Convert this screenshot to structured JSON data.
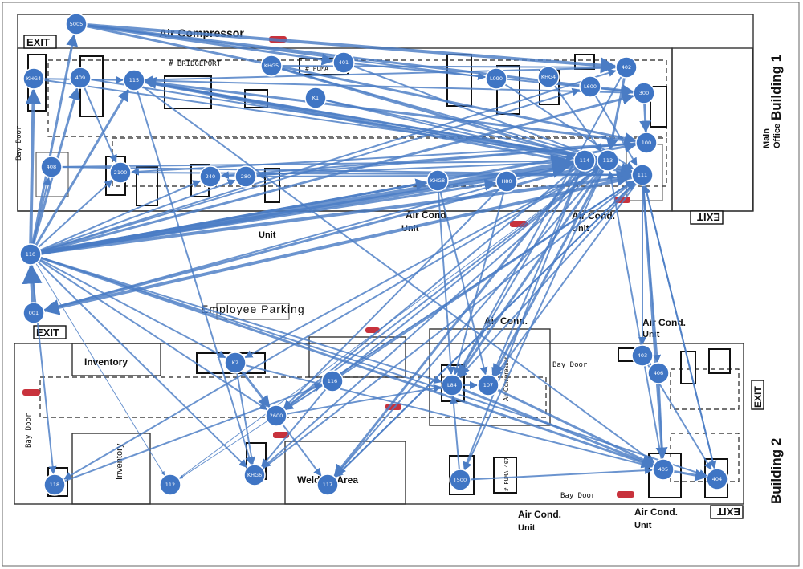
{
  "labels": {
    "air_compressor": "Air Compressor",
    "exit_tl": "EXIT",
    "exit_mid_left": "EXIT",
    "exit_right_upper": "EXIT",
    "exit_right_lower": "EXIT",
    "exit_bottom_right": "EXIT",
    "building1": "Building 1",
    "building2": "Building 2",
    "main_office_1": "Main",
    "main_office_2": "Office",
    "bay_door_left_top": "Bay Door",
    "bay_door_left_bottom": "Bay Door",
    "bay_door_right_mid": "Bay Door",
    "bay_door_bottom": "Bay Door",
    "bridgeport": "# BRIDGEPORT",
    "puma": "# PUMA",
    "puma407": "# PUMA 407",
    "inventory_top": "Inventory",
    "inventory_side": "Inventory",
    "employee_parking": "Employee Parking",
    "welding_area": "Welding Area",
    "aircond_mid1_a": "Air Cond.",
    "aircond_mid1_b": "Unit",
    "aircond_mid2_a": "Air Cond.",
    "aircond_mid2_b": "Unit",
    "aircond_left_b": "Unit",
    "aircond_center_a": "Air Cond.",
    "aircond_right_a": "Air Cond.",
    "aircond_right_b": "Unit",
    "aircond_bot1_a": "Air Cond.",
    "aircond_bot1_b": "Unit",
    "aircond_bot2_a": "Air Cond.",
    "aircond_bot2_b": "Unit",
    "air_compressor_small": "Air Compressor"
  },
  "colors": {
    "node": "#3f75c4",
    "edge": "#4a7cc4",
    "extinguisher": "#c8323c"
  },
  "nodes": [
    {
      "id": "n_top",
      "label": "5005"
    },
    {
      "id": "n_kh4",
      "label": "KHG4"
    },
    {
      "id": "n_409",
      "label": "409"
    },
    {
      "id": "n_115",
      "label": "115"
    },
    {
      "id": "n_khg5",
      "label": "KHG5"
    },
    {
      "id": "n_401",
      "label": "401"
    },
    {
      "id": "n_k1",
      "label": "K1"
    },
    {
      "id": "n_lo90",
      "label": "L090"
    },
    {
      "id": "n_khg4b",
      "label": "KHG4"
    },
    {
      "id": "n_l600",
      "label": "L600"
    },
    {
      "id": "n_402",
      "label": "402"
    },
    {
      "id": "n_300",
      "label": "300"
    },
    {
      "id": "n_100",
      "label": "100"
    },
    {
      "id": "n_114",
      "label": "114"
    },
    {
      "id": "n_113",
      "label": "113"
    },
    {
      "id": "n_111",
      "label": "111"
    },
    {
      "id": "n_408",
      "label": "408"
    },
    {
      "id": "n_2100",
      "label": "2100"
    },
    {
      "id": "n_240",
      "label": "240"
    },
    {
      "id": "n_280",
      "label": "280"
    },
    {
      "id": "n_khg8",
      "label": "KHG8"
    },
    {
      "id": "n_h80",
      "label": "H80"
    },
    {
      "id": "n_110",
      "label": "110"
    },
    {
      "id": "n_001",
      "label": "001"
    },
    {
      "id": "n_k2",
      "label": "K2"
    },
    {
      "id": "n_116",
      "label": "116"
    },
    {
      "id": "n_2600",
      "label": "2600"
    },
    {
      "id": "n_l84",
      "label": "L84"
    },
    {
      "id": "n_107",
      "label": "107"
    },
    {
      "id": "n_403",
      "label": "403"
    },
    {
      "id": "n_406",
      "label": "406"
    },
    {
      "id": "n_405",
      "label": "405"
    },
    {
      "id": "n_404",
      "label": "404"
    },
    {
      "id": "n_112b",
      "label": "112"
    },
    {
      "id": "n_118",
      "label": "118"
    },
    {
      "id": "n_khg6",
      "label": "KHG6"
    },
    {
      "id": "n_117",
      "label": "117"
    },
    {
      "id": "n_t500",
      "label": "T500"
    }
  ],
  "edges": [
    [
      "n_110",
      "n_114",
      6
    ],
    [
      "n_110",
      "n_113",
      5
    ],
    [
      "n_110",
      "n_111",
      4
    ],
    [
      "n_110",
      "n_100",
      3
    ],
    [
      "n_110",
      "n_300",
      3
    ],
    [
      "n_110",
      "n_402",
      2
    ],
    [
      "n_110",
      "n_l600",
      2
    ],
    [
      "n_110",
      "n_khg8",
      3
    ],
    [
      "n_110",
      "n_h80",
      3
    ],
    [
      "n_110",
      "n_115",
      3
    ],
    [
      "n_110",
      "n_409",
      3
    ],
    [
      "n_110",
      "n_kh4",
      4
    ],
    [
      "n_110",
      "n_top",
      3
    ],
    [
      "n_110",
      "n_408",
      2
    ],
    [
      "n_110",
      "n_240",
      2
    ],
    [
      "n_110",
      "n_2100",
      2
    ],
    [
      "n_110",
      "n_280",
      2
    ],
    [
      "n_110",
      "n_405",
      3
    ],
    [
      "n_110",
      "n_404",
      2
    ],
    [
      "n_110",
      "n_l84",
      2
    ],
    [
      "n_110",
      "n_2600",
      2
    ],
    [
      "n_110",
      "n_khg6",
      2
    ],
    [
      "n_110",
      "n_118",
      2
    ],
    [
      "n_110",
      "n_112b",
      1
    ],
    [
      "n_110",
      "n_k2",
      2
    ],
    [
      "n_001",
      "n_110",
      5
    ],
    [
      "n_111",
      "n_001",
      4
    ],
    [
      "n_113",
      "n_001",
      3
    ],
    [
      "n_114",
      "n_001",
      2
    ],
    [
      "n_top",
      "n_402",
      4
    ],
    [
      "n_top",
      "n_300",
      3
    ],
    [
      "n_top",
      "n_100",
      3
    ],
    [
      "n_top",
      "n_401",
      3
    ],
    [
      "n_top",
      "n_lo90",
      2
    ],
    [
      "n_115",
      "n_111",
      3
    ],
    [
      "n_115",
      "n_113",
      3
    ],
    [
      "n_115",
      "n_114",
      2
    ],
    [
      "n_115",
      "n_405",
      2
    ],
    [
      "n_115",
      "n_khg6",
      2
    ],
    [
      "n_khg5",
      "n_111",
      3
    ],
    [
      "n_khg5",
      "n_402",
      2
    ],
    [
      "n_khg5",
      "n_113",
      2
    ],
    [
      "n_401",
      "n_111",
      2
    ],
    [
      "n_401",
      "n_300",
      2
    ],
    [
      "n_k1",
      "n_113",
      2
    ],
    [
      "n_k1",
      "n_111",
      2
    ],
    [
      "n_lo90",
      "n_111",
      2
    ],
    [
      "n_khg4b",
      "n_113",
      2
    ],
    [
      "n_l600",
      "n_111",
      2
    ],
    [
      "n_402",
      "n_113",
      3
    ],
    [
      "n_402",
      "n_115",
      2
    ],
    [
      "n_402",
      "n_l84",
      2
    ],
    [
      "n_300",
      "n_100",
      3
    ],
    [
      "n_300",
      "n_115",
      2
    ],
    [
      "n_100",
      "n_115",
      3
    ],
    [
      "n_100",
      "n_2100",
      2
    ],
    [
      "n_100",
      "n_240",
      2
    ],
    [
      "n_100",
      "n_280",
      2
    ],
    [
      "n_113",
      "n_115",
      2
    ],
    [
      "n_113",
      "n_2600",
      2
    ],
    [
      "n_113",
      "n_l84",
      3
    ],
    [
      "n_113",
      "n_107",
      3
    ],
    [
      "n_113",
      "n_khg6",
      2
    ],
    [
      "n_113",
      "n_117",
      2
    ],
    [
      "n_113",
      "n_t500",
      2
    ],
    [
      "n_113",
      "n_118",
      2
    ],
    [
      "n_113",
      "n_k2",
      2
    ],
    [
      "n_111",
      "n_405",
      3
    ],
    [
      "n_111",
      "n_404",
      2
    ],
    [
      "n_111",
      "n_406",
      2
    ],
    [
      "n_111",
      "n_403",
      2
    ],
    [
      "n_111",
      "n_107",
      2
    ],
    [
      "n_111",
      "n_l84",
      2
    ],
    [
      "n_111",
      "n_117",
      2
    ],
    [
      "n_111",
      "n_112b",
      1
    ],
    [
      "n_111",
      "n_2600",
      2
    ],
    [
      "n_114",
      "n_l84",
      2
    ],
    [
      "n_114",
      "n_107",
      2
    ],
    [
      "n_114",
      "n_117",
      3
    ],
    [
      "n_114",
      "n_t500",
      2
    ],
    [
      "n_114",
      "n_2600",
      2
    ],
    [
      "n_408",
      "n_113",
      2
    ],
    [
      "n_408",
      "n_111",
      2
    ],
    [
      "n_2100",
      "n_111",
      2
    ],
    [
      "n_240",
      "n_113",
      2
    ],
    [
      "n_280",
      "n_111",
      2
    ],
    [
      "n_khg8",
      "n_l84",
      2
    ],
    [
      "n_khg8",
      "n_107",
      2
    ],
    [
      "n_h80",
      "n_2600",
      2
    ],
    [
      "n_h80",
      "n_l84",
      2
    ],
    [
      "n_k2",
      "n_2600",
      3
    ],
    [
      "n_k2",
      "n_405",
      2
    ],
    [
      "n_k2",
      "n_khg6",
      2
    ],
    [
      "n_2600",
      "n_l84",
      2
    ],
    [
      "n_2600",
      "n_117",
      2
    ],
    [
      "n_l84",
      "n_405",
      3
    ],
    [
      "n_107",
      "n_405",
      3
    ],
    [
      "n_l84",
      "n_107",
      2
    ],
    [
      "n_403",
      "n_406",
      2
    ],
    [
      "n_406",
      "n_405",
      2
    ],
    [
      "n_405",
      "n_404",
      3
    ],
    [
      "n_403",
      "n_404",
      2
    ],
    [
      "n_t500",
      "n_405",
      2
    ],
    [
      "n_t500",
      "n_l84",
      2
    ],
    [
      "n_116",
      "n_113",
      2
    ],
    [
      "n_116",
      "n_111",
      2
    ],
    [
      "n_116",
      "n_khg6",
      2
    ],
    [
      "n_118",
      "n_116",
      2
    ],
    [
      "n_kh4",
      "n_113",
      2
    ],
    [
      "n_kh4",
      "n_115",
      2
    ],
    [
      "n_409",
      "n_113",
      2
    ],
    [
      "n_409",
      "n_2100",
      2
    ],
    [
      "n_khg6",
      "n_111",
      2
    ],
    [
      "n_117",
      "n_111",
      2
    ],
    [
      "n_112b",
      "n_113",
      1
    ],
    [
      "n_405",
      "n_113",
      2
    ],
    [
      "n_404",
      "n_111",
      2
    ]
  ]
}
